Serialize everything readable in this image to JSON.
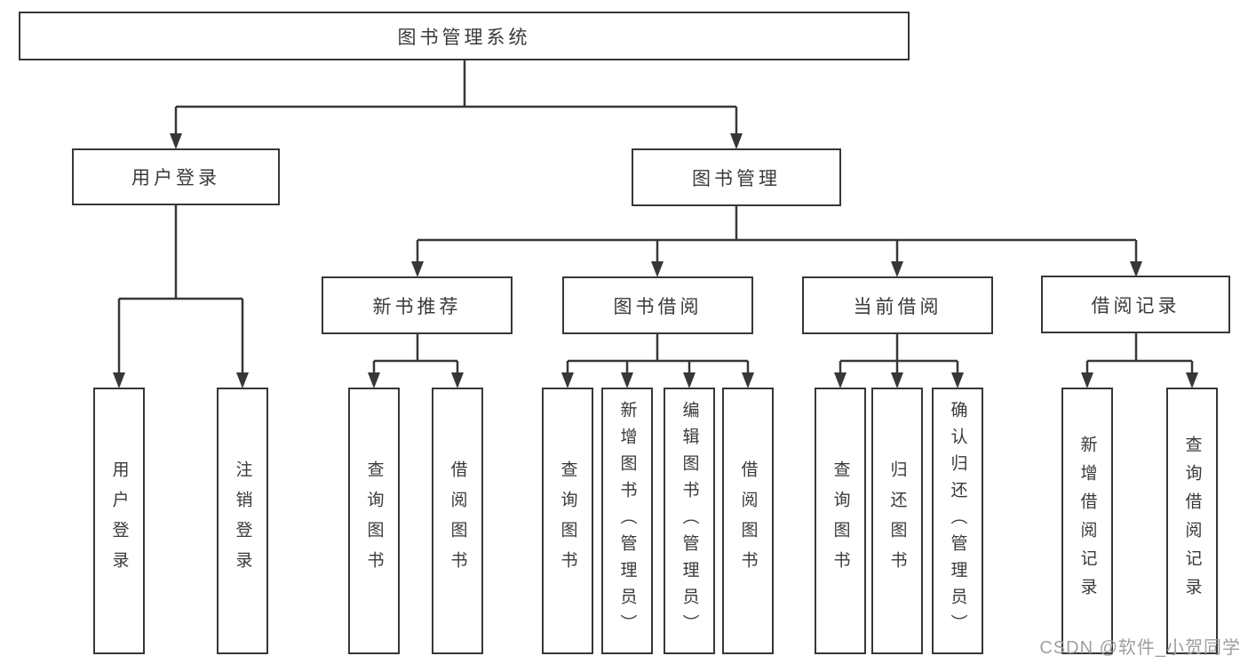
{
  "tree": {
    "root": {
      "label": "图书管理系统"
    },
    "branches": [
      {
        "label": "用户登录",
        "children": [
          {
            "label": "用户登录"
          },
          {
            "label": "注销登录"
          }
        ]
      },
      {
        "label": "图书管理",
        "sections": [
          {
            "label": "新书推荐",
            "children": [
              {
                "label": "查询图书"
              },
              {
                "label": "借阅图书"
              }
            ]
          },
          {
            "label": "图书借阅",
            "children": [
              {
                "label": "查询图书"
              },
              {
                "label": "新增图书（管理员）"
              },
              {
                "label": "编辑图书（管理员）"
              },
              {
                "label": "借阅图书"
              }
            ]
          },
          {
            "label": "当前借阅",
            "children": [
              {
                "label": "查询图书"
              },
              {
                "label": "归还图书"
              },
              {
                "label": "确认归还（管理员）"
              }
            ]
          },
          {
            "label": "借阅记录",
            "children": [
              {
                "label": "新增借阅记录"
              },
              {
                "label": "查询借阅记录"
              }
            ]
          }
        ]
      }
    ]
  },
  "watermark": {
    "text": "CSDN @软件_小贺同学",
    "color": "#9e9e9e"
  },
  "colors": {
    "line": "#373737",
    "text": "#3a3a3a",
    "background": "#ffffff"
  }
}
